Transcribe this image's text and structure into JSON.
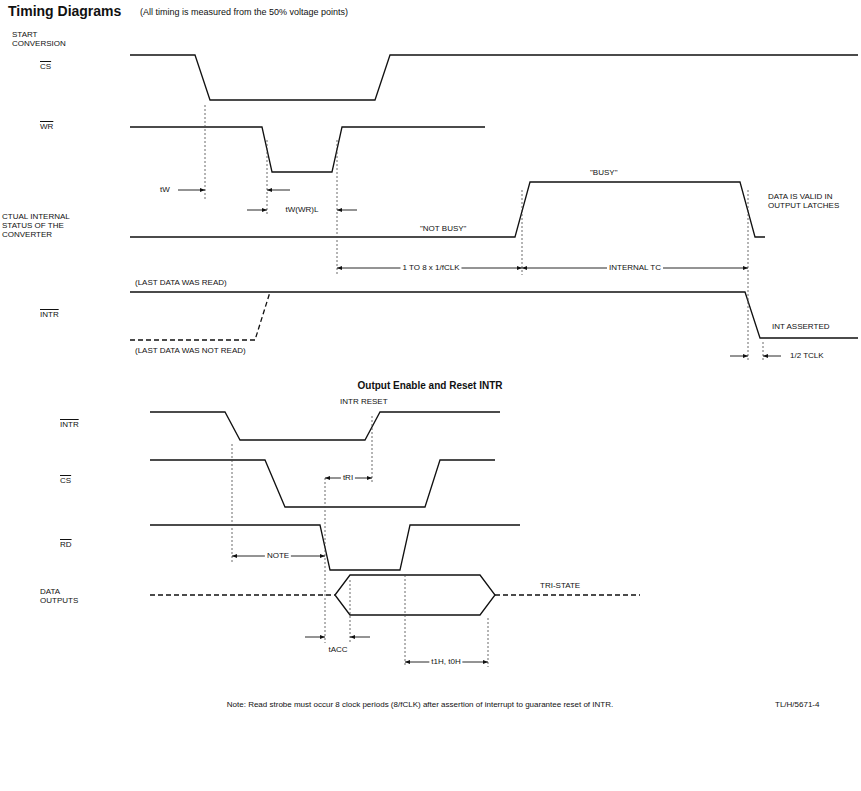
{
  "diagram": {
    "title": "Timing Diagrams",
    "labels": [
      "(All timing is measured from the 50% voltage points)",
      "START CONVERSION",
      "CS",
      "WR",
      "tW",
      "tW(WR)L",
      "CTUAL INTERNAL STATUS OF THE CONVERTER",
      "\"NOT BUSY\"",
      "\"BUSY\"",
      "DATA IS VALID IN OUTPUT LATCHES",
      "1 TO 8 x 1/fCLK",
      "INTERNAL TC",
      "(LAST DATA WAS READ)",
      "INTR",
      "(LAST DATA WAS NOT READ)",
      "INT ASSERTED",
      "1/2 TCLK",
      "Output Enable and Reset INTR",
      "INTR",
      "INTR RESET",
      "CS",
      "tRI",
      "RD",
      "NOTE",
      "DATA OUTPUTS",
      "TRI-STATE",
      "tACC",
      "t1H, t0H",
      "Note: Read strobe must occur 8 clock periods (8/fCLK) after assertion of interrupt to guarantee reset of INTR.",
      "TL/H/5671-4"
    ]
  }
}
